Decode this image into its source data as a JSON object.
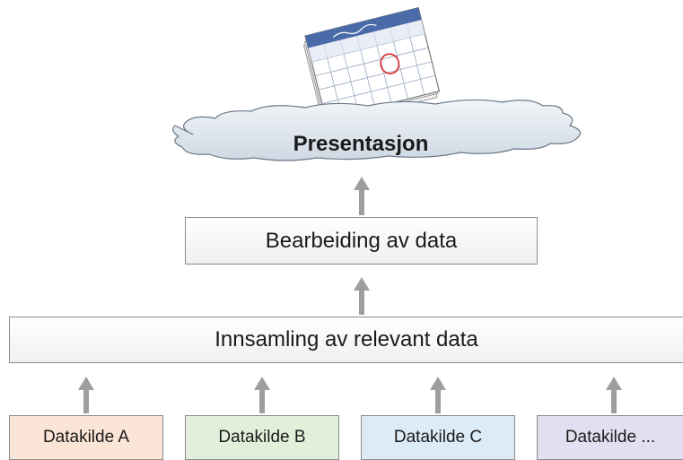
{
  "presentation": {
    "label": "Presentasjon",
    "icon": "calendar-icon"
  },
  "processing": {
    "label": "Bearbeiding av data"
  },
  "collection": {
    "label": "Innsamling av relevant data"
  },
  "sources": [
    {
      "label": "Datakilde A",
      "color": "#fbe5d6"
    },
    {
      "label": "Datakilde B",
      "color": "#e2efda"
    },
    {
      "label": "Datakilde C",
      "color": "#ddebf7"
    },
    {
      "label": "Datakilde ...",
      "color": "#e4dff0"
    }
  ],
  "colors": {
    "arrow": "#9e9e9e",
    "cloud_fill": "#dfe7ef",
    "border": "#8c8c8c"
  }
}
